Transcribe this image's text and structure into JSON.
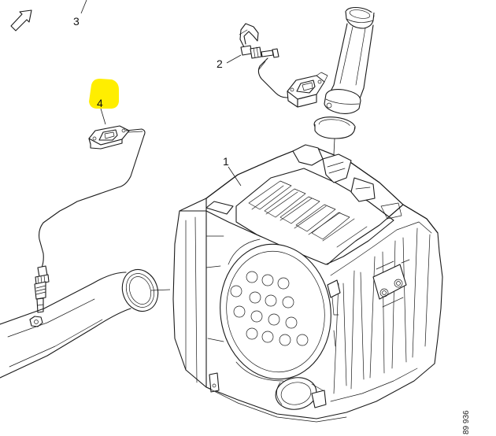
{
  "diagram": {
    "callouts": [
      {
        "id": "1",
        "label": "1"
      },
      {
        "id": "2",
        "label": "2"
      },
      {
        "id": "3",
        "label": "3"
      },
      {
        "id": "4",
        "label": "4",
        "highlighted": true
      }
    ],
    "reference_number": "89 936",
    "highlight_color": "#ffee00",
    "line_color": "#1a1a1a",
    "icons": [
      "direction-arrow-icon"
    ]
  }
}
